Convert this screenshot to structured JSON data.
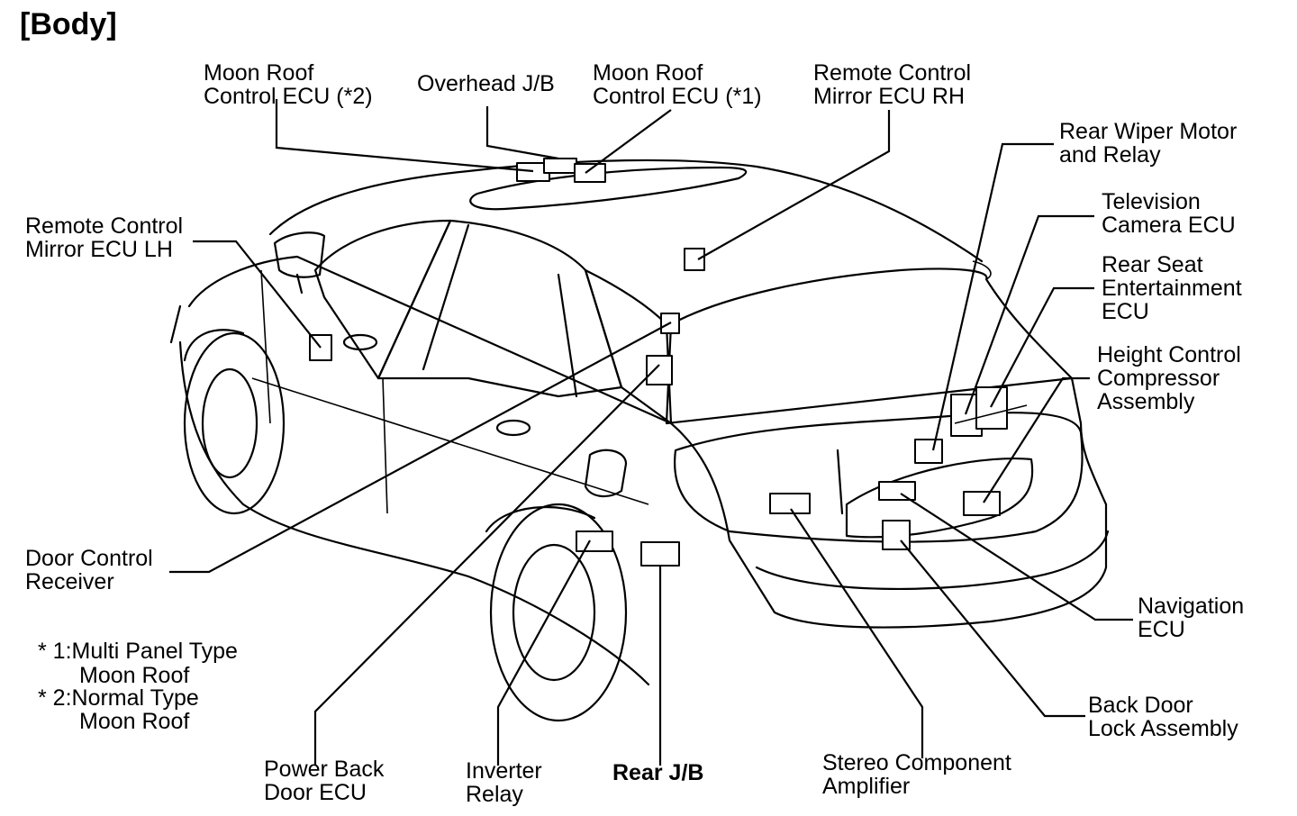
{
  "title": "[Body]",
  "labels": {
    "moon_roof_ecu_2": "Moon Roof\nControl ECU (*2)",
    "overhead_jb": "Overhead J/B",
    "moon_roof_ecu_1": "Moon Roof\nControl ECU (*1)",
    "remote_mirror_rh": "Remote Control\nMirror ECU RH",
    "rear_wiper": "Rear Wiper Motor\nand Relay",
    "tv_camera": "Television\nCamera ECU",
    "rear_seat_ent": "Rear Seat\nEntertainment\nECU",
    "height_control": "Height Control\nCompressor\nAssembly",
    "remote_mirror_lh": "Remote Control\nMirror ECU LH",
    "door_control": "Door Control\nReceiver",
    "navigation": "Navigation\nECU",
    "back_door_lock": "Back Door\nLock Assembly",
    "stereo_amp": "Stereo Component\nAmplifier",
    "rear_jb": "Rear J/B",
    "inverter": "Inverter\nRelay",
    "power_back_door": "Power Back\nDoor ECU"
  },
  "notes": {
    "note1": "* 1:Multi Panel Type",
    "note1b": "Moon Roof",
    "note2": "* 2:Normal Type",
    "note2b": "Moon Roof"
  }
}
